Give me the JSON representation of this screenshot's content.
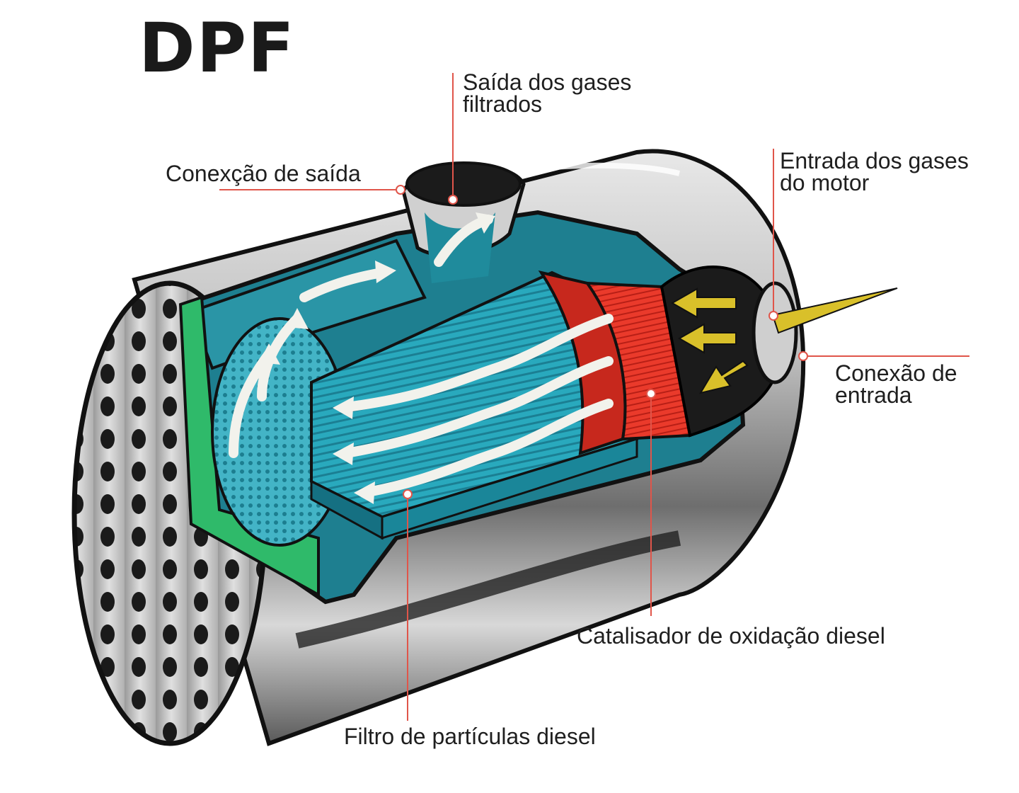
{
  "title": "DPF",
  "labels": {
    "outlet_gases": [
      "Saída dos gases",
      "filtrados"
    ],
    "outlet_connection": "Conexção de saída",
    "inlet_gases": [
      "Entrada dos gases",
      "do motor"
    ],
    "inlet_connection": [
      "Conexão de",
      "entrada"
    ],
    "oxidation_catalyst": "Catalisador de oxidação diesel",
    "particulate_filter": "Filtro de partículas diesel"
  },
  "colors": {
    "leader_line": "#e0554a",
    "catalyst": "#e8392c",
    "filter": "#26a3b8",
    "inlet_arrow": "#d9c02a",
    "flow_arrow": "#f2f2ec",
    "housing": "#b9b9b9"
  }
}
